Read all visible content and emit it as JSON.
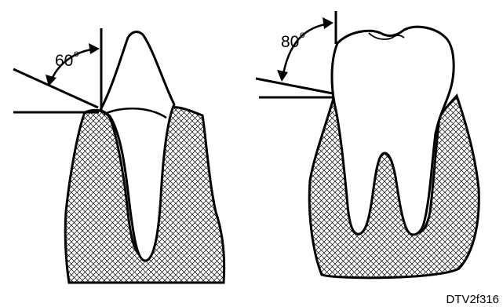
{
  "figure": {
    "left_tooth": {
      "angle_value": "60",
      "degree_symbol": "o"
    },
    "right_tooth": {
      "angle_value": "80",
      "degree_symbol": "o"
    },
    "figure_id": "DTV2f316"
  }
}
